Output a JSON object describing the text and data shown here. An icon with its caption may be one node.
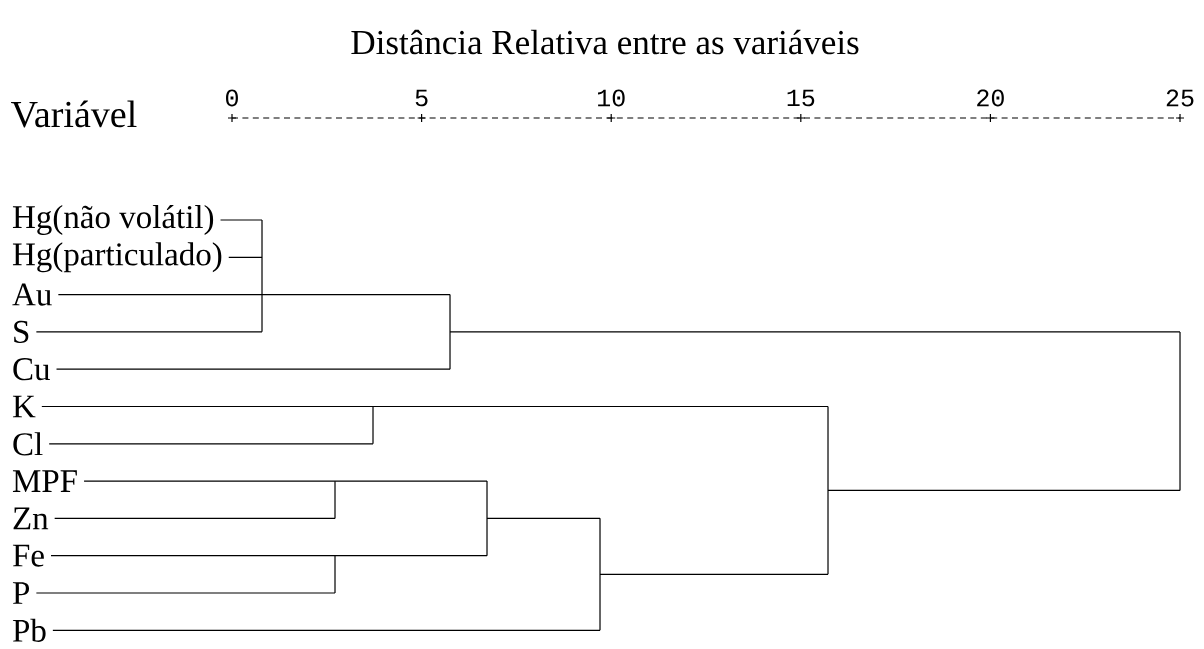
{
  "diagram": {
    "title": "Distância Relativa entre as variáveis",
    "nodes": [
      {
        "text": [
          "Hg(não volátil)"
        ]
      },
      {
        "text": [
          "Hg(particulado)"
        ]
      },
      {
        "text": [
          "Au"
        ]
      },
      {
        "text": [
          "S"
        ]
      },
      {
        "text": [
          "Cu"
        ]
      },
      {
        "text": [
          "K"
        ]
      },
      {
        "text": [
          "Cl"
        ]
      },
      {
        "text": [
          "MPF"
        ]
      },
      {
        "text": [
          "Zn"
        ]
      },
      {
        "text": [
          "Fe"
        ]
      },
      {
        "text": [
          "P"
        ]
      },
      {
        "text": [
          "Pb"
        ]
      },
      {
        "text": [],
        "shape": "bar"
      },
      {
        "text": [],
        "shape": "bar"
      },
      {
        "text": [],
        "shape": "bar"
      },
      {
        "text": [],
        "shape": "bar"
      },
      {
        "text": [],
        "shape": "bar"
      },
      {
        "text": [],
        "shape": "bar"
      },
      {
        "text": [],
        "shape": "bar"
      },
      {
        "text": [],
        "shape": "bar"
      },
      {
        "text": [],
        "shape": "bar"
      }
    ],
    "edges": [
      {
        "from": 0,
        "to": 12,
        "arrow": "none"
      },
      {
        "from": 1,
        "to": 12,
        "arrow": "none"
      },
      {
        "from": 2,
        "to": 12,
        "arrow": "none"
      },
      {
        "from": 3,
        "to": 12,
        "arrow": "none"
      },
      {
        "from": 12,
        "to": 16,
        "arrow": "none"
      },
      {
        "from": 4,
        "to": 16,
        "arrow": "none"
      },
      {
        "from": 5,
        "to": 15,
        "arrow": "none"
      },
      {
        "from": 6,
        "to": 15,
        "arrow": "none"
      },
      {
        "from": 7,
        "to": 13,
        "arrow": "none"
      },
      {
        "from": 8,
        "to": 13,
        "arrow": "none"
      },
      {
        "from": 9,
        "to": 14,
        "arrow": "none"
      },
      {
        "from": 10,
        "to": 14,
        "arrow": "none"
      },
      {
        "from": 13,
        "to": 17,
        "arrow": "none"
      },
      {
        "from": 14,
        "to": 17,
        "arrow": "none"
      },
      {
        "from": 17,
        "to": 18,
        "arrow": "none"
      },
      {
        "from": 11,
        "to": 18,
        "arrow": "none"
      },
      {
        "from": 15,
        "to": 19,
        "arrow": "none"
      },
      {
        "from": 18,
        "to": 19,
        "arrow": "none"
      },
      {
        "from": 16,
        "to": 20,
        "arrow": "none"
      },
      {
        "from": 19,
        "to": 20,
        "arrow": "none"
      }
    ],
    "labels": [
      "Variável",
      "0",
      "5",
      "10",
      "15",
      "20",
      "25"
    ]
  }
}
